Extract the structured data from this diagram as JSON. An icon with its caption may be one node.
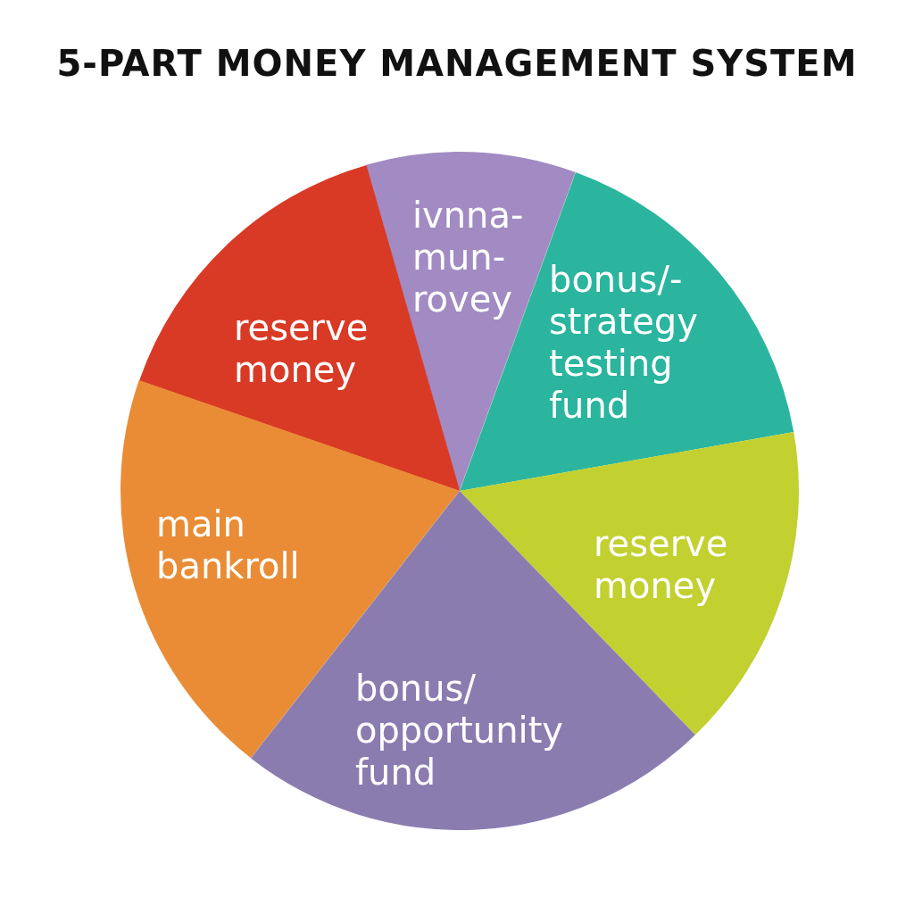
{
  "diagram": {
    "title": "5-PART MONEY MANAGEMENT SYSTEM",
    "nodes": [
      {
        "text": [
          "ivnna- mun- rovey"
        ]
      },
      {
        "text": [
          "reserve money"
        ]
      },
      {
        "text": [
          "bonus/- strategy testing fund"
        ]
      },
      {
        "text": [
          "main bankroll"
        ]
      },
      {
        "text": [
          "reserve money"
        ]
      },
      {
        "text": [
          "bonus/ opportunity fund"
        ]
      }
    ]
  }
}
